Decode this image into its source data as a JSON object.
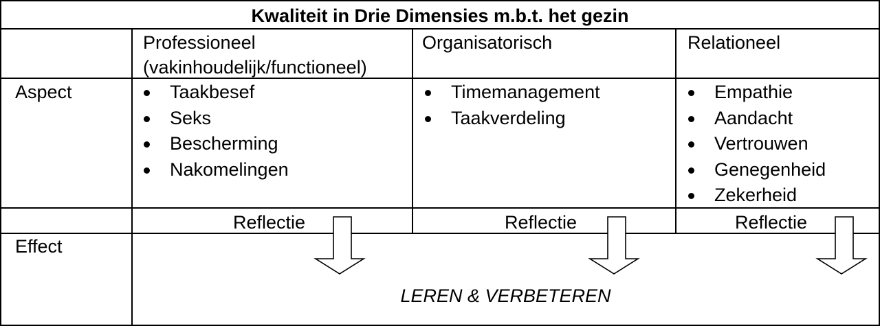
{
  "title": "Kwaliteit in Drie Dimensies m.b.t. het gezin",
  "columns": [
    {
      "header_line1": "Professioneel",
      "header_line2": "(vakinhoudelijk/functioneel)",
      "aspects": [
        "Taakbesef",
        "Seks",
        "Bescherming",
        "Nakomelingen"
      ],
      "reflection": "Reflectie"
    },
    {
      "header_line1": "Organisatorisch",
      "aspects": [
        "Timemanagement",
        "Taakverdeling"
      ],
      "reflection": "Reflectie"
    },
    {
      "header_line1": "Relationeel",
      "aspects": [
        "Empathie",
        "Aandacht",
        "Vertrouwen",
        "Genegenheid",
        "Zekerheid"
      ],
      "reflection": "Reflectie"
    }
  ],
  "rows": {
    "aspect_label": "Aspect",
    "effect_label": "Effect"
  },
  "effect_text": "LEREN & VERBETEREN",
  "colors": {
    "border": "#000000",
    "text": "#000000",
    "background": "#ffffff"
  }
}
